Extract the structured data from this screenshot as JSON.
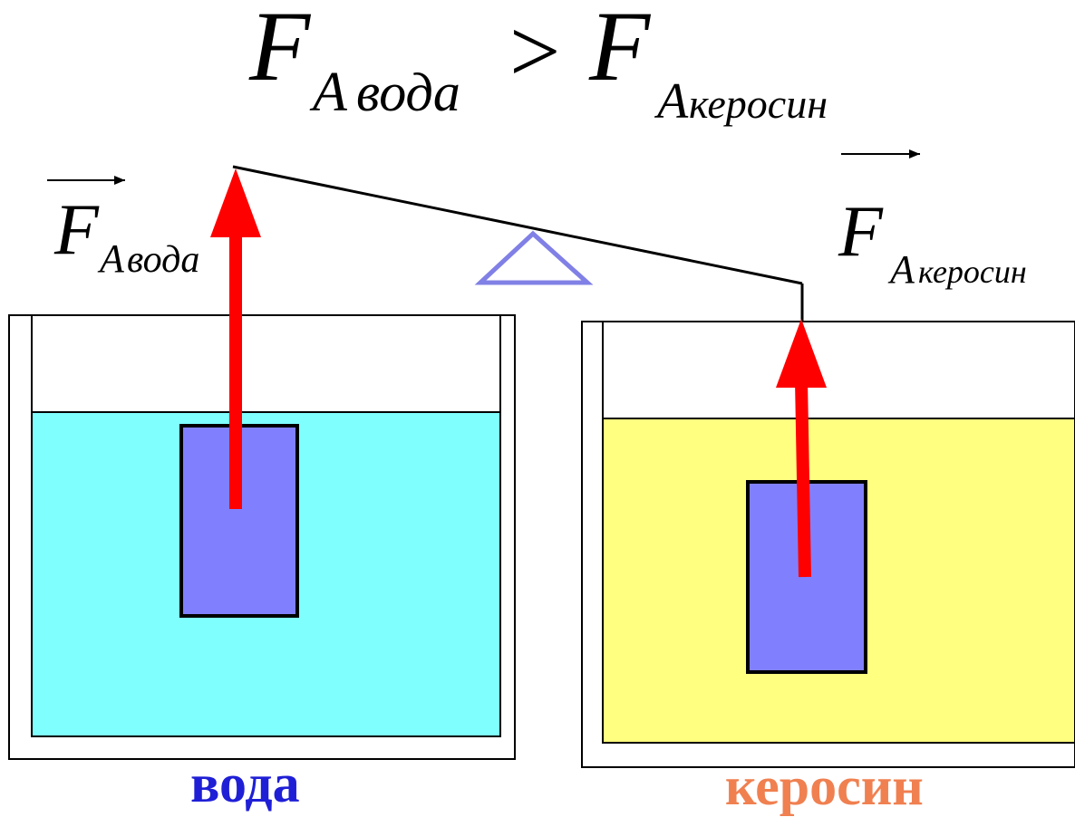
{
  "formula": {
    "F": "F",
    "A": "A",
    "left_sub": "вода",
    "operator": ">",
    "right_sub": "керосин"
  },
  "left_label": {
    "F": "F",
    "A": "A",
    "sub": "вода"
  },
  "right_label": {
    "F": "F",
    "A": "A",
    "sub": "керосин"
  },
  "containers": {
    "water_label": "вода",
    "kerosene_label": "керосин"
  },
  "colors": {
    "water": "#80ffff",
    "kerosene": "#ffff80",
    "body": "#8080ff",
    "force_arrow": "#ff0000",
    "pivot": "#8080e6",
    "water_text": "#1f1fd6",
    "kerosene_text": "#f08050"
  }
}
